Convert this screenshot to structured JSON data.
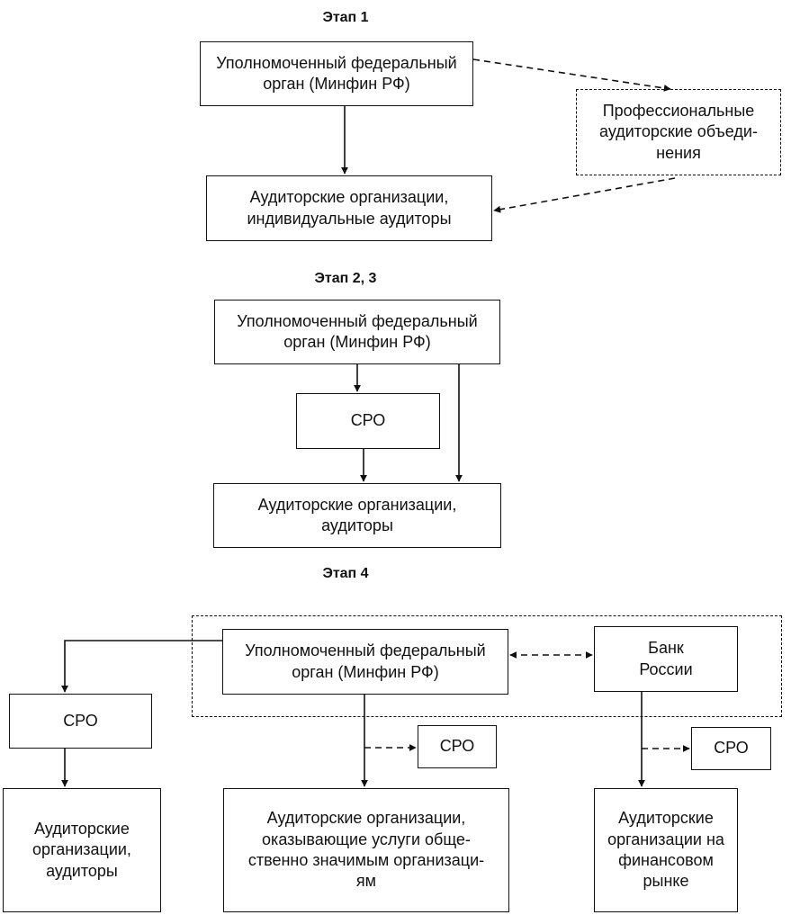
{
  "stages": {
    "s1": "Этап 1",
    "s23": "Этап 2, 3",
    "s4": "Этап 4"
  },
  "nodes": {
    "s1_minfin": "Уполномоченный федеральный\nорган (Минфин РФ)",
    "s1_prof": "Профессиональные\nаудиторские объеди-\nнения",
    "s1_auditors": "Аудиторские организации,\nиндивидуальные аудиторы",
    "s23_minfin": "Уполномоченный федеральный\nорган (Минфин РФ)",
    "s23_sro": "СРО",
    "s23_auditors": "Аудиторские организации,\nаудиторы",
    "s4_minfin": "Уполномоченный федеральный\nорган (Минфин РФ)",
    "s4_bank": "Банк\nРоссии",
    "s4_sro_left": "СРО",
    "s4_sro_mid": "СРО",
    "s4_sro_right": "СРО",
    "s4_aud_left": "Аудиторские\nорганизации,\nаудиторы",
    "s4_aud_mid": "Аудиторские организации,\nоказывающие услуги обще-\nственно значимым организаци-\nям",
    "s4_aud_right": "Аудиторские\nорганизации на\nфинансовом\nрынке"
  },
  "colors": {
    "line": "#111111",
    "background": "#ffffff"
  }
}
